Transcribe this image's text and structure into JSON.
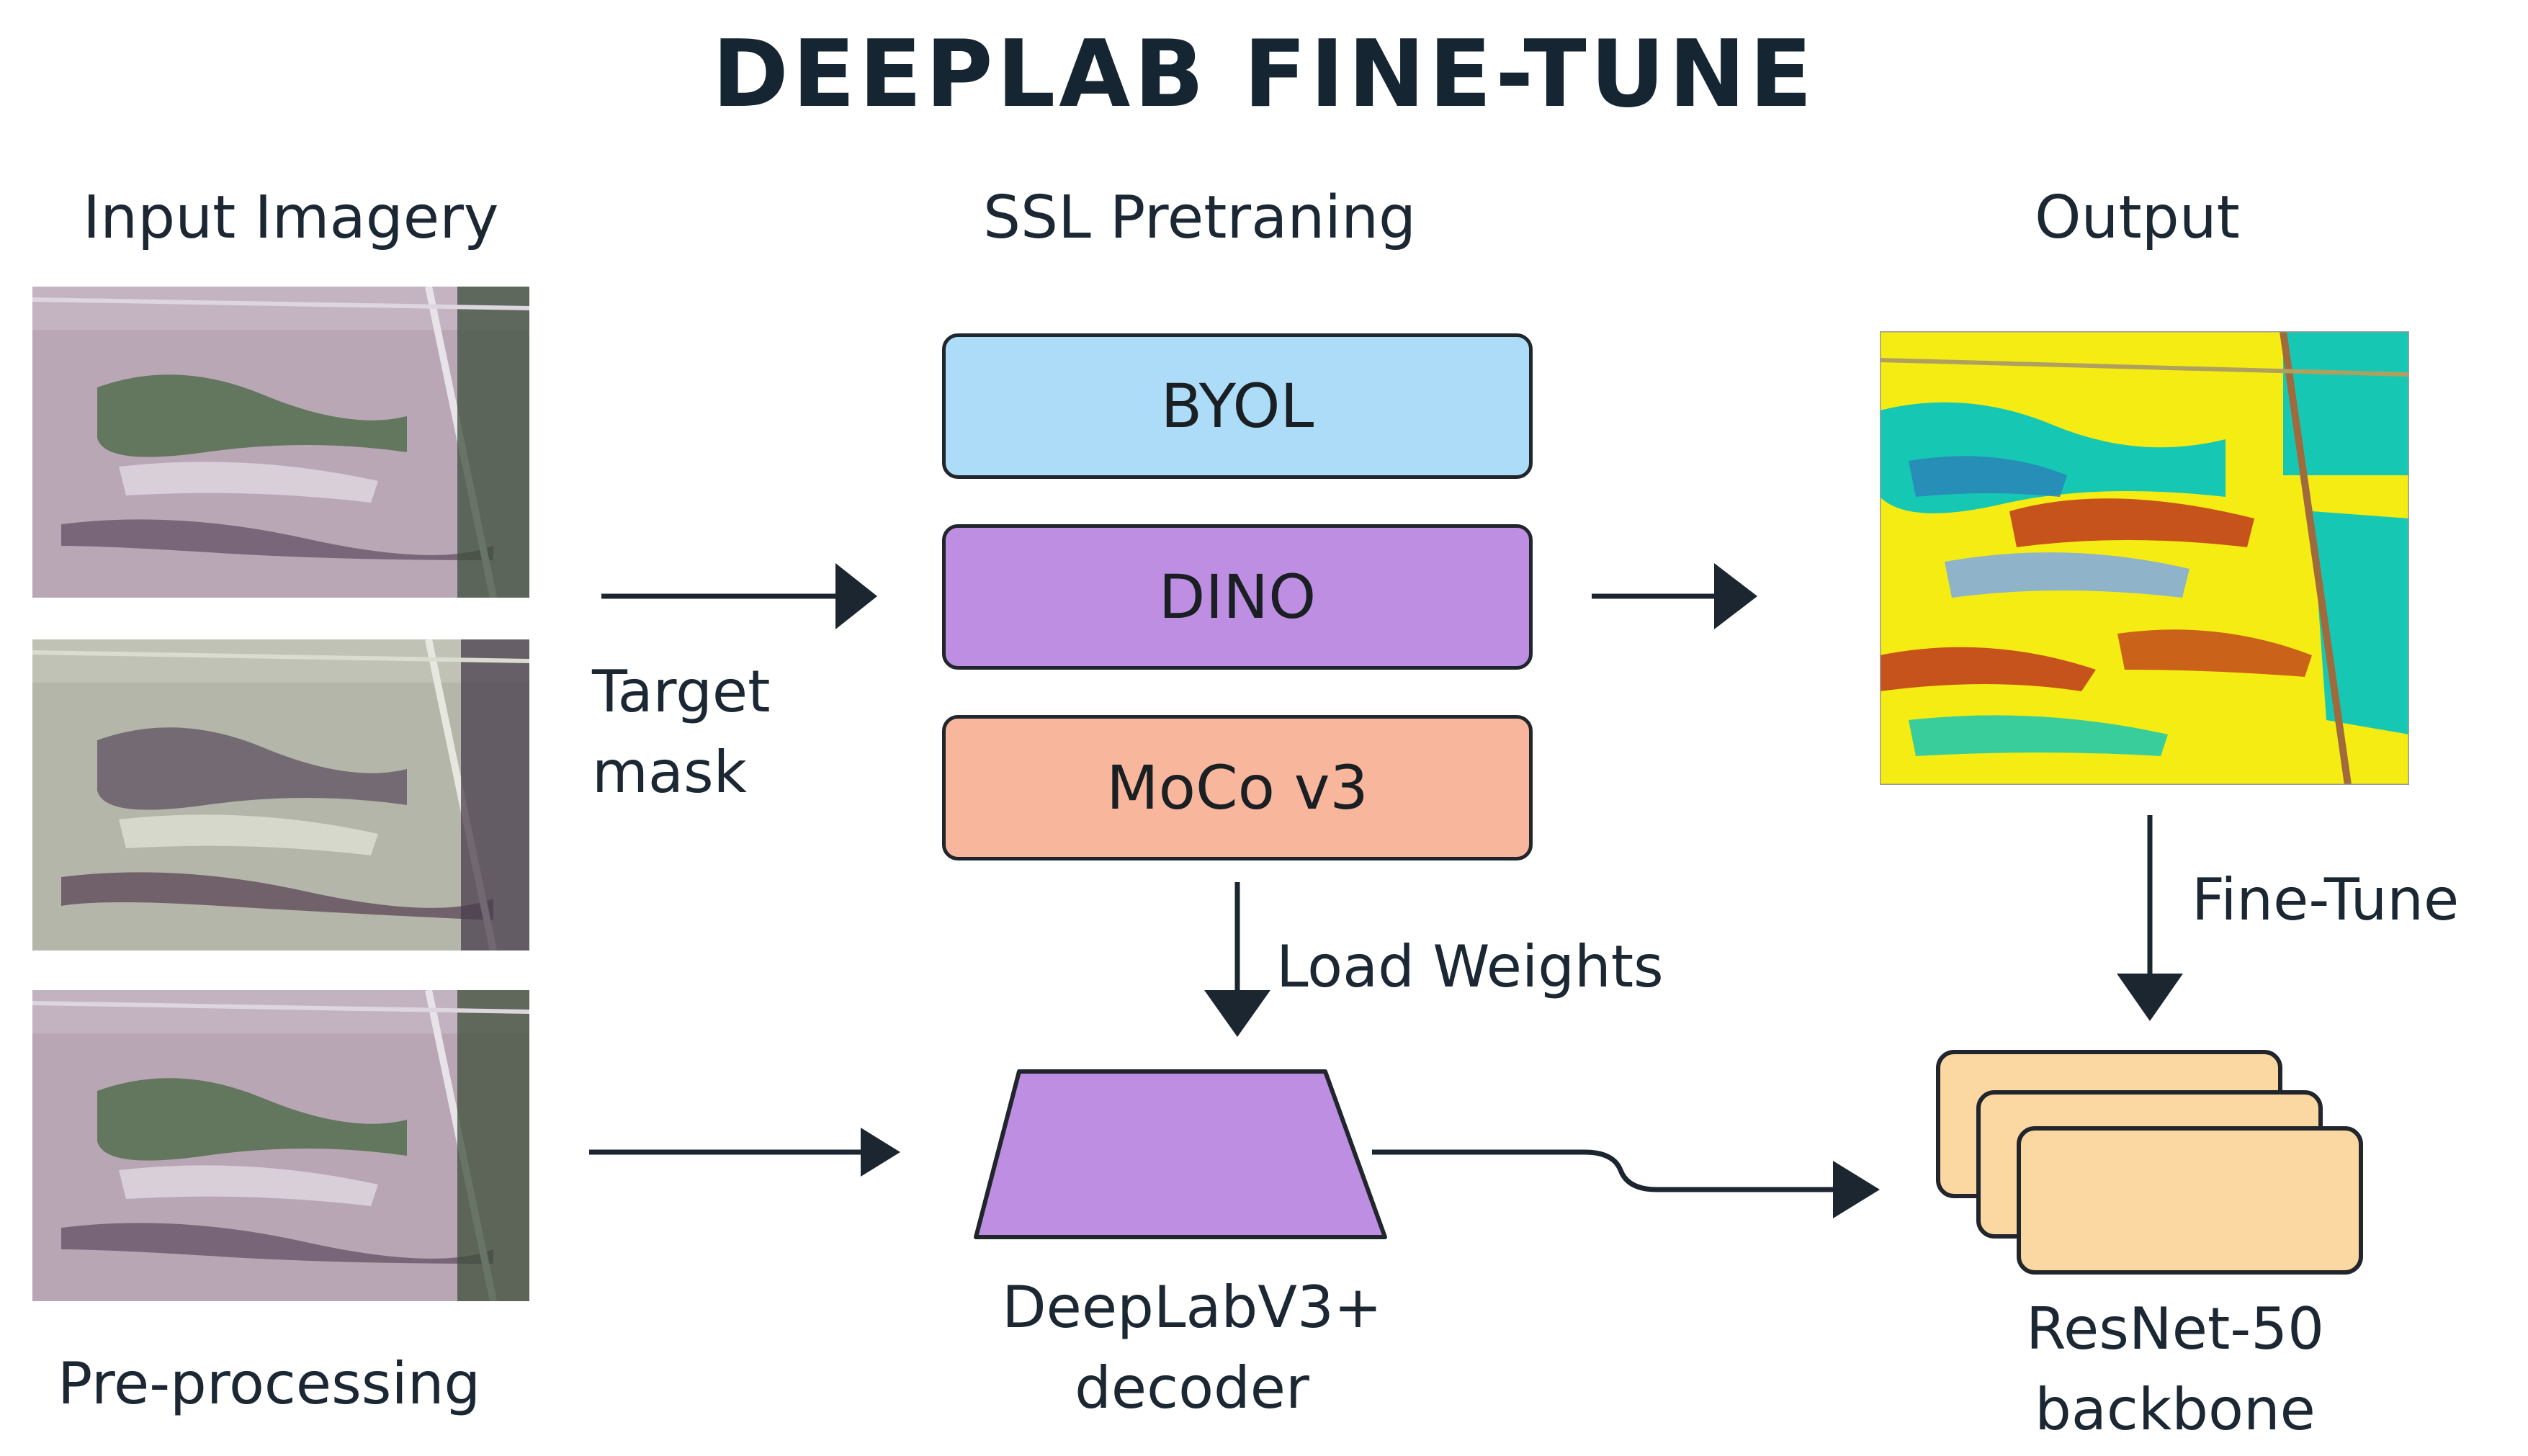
{
  "title": "DEEPLAB FINE-TUNE",
  "columns": {
    "input": "Input Imagery",
    "ssl": "SSL Pretraning",
    "output": "Output"
  },
  "input_images": [
    {
      "name": "input-image-1",
      "tint": "#b9a7b6"
    },
    {
      "name": "input-image-2",
      "tint": "#b3b6a8"
    },
    {
      "name": "input-image-3",
      "tint": "#b8a6b4"
    }
  ],
  "labels": {
    "target_mask": [
      "Target",
      "mask"
    ],
    "preprocessing": "Pre-processing",
    "load_weights": "Load Weights",
    "fine_tune": "Fine-Tune",
    "decoder": [
      "DeepLabV3+",
      "decoder"
    ],
    "backbone": [
      "ResNet-50",
      "backbone"
    ]
  },
  "ssl_methods": [
    {
      "label": "BYOL",
      "color": "#acdcf7"
    },
    {
      "label": "DINO",
      "color": "#be8ee2"
    },
    {
      "label": "MoCo v3",
      "color": "#f8b79c"
    }
  ],
  "colors": {
    "decoder": "#be8ee2",
    "backbone": "#fbd7a1",
    "segmentation": [
      "#f4ec12",
      "#16c8b4",
      "#c7531c",
      "#8fb3c9",
      "#e5d9a8"
    ]
  }
}
